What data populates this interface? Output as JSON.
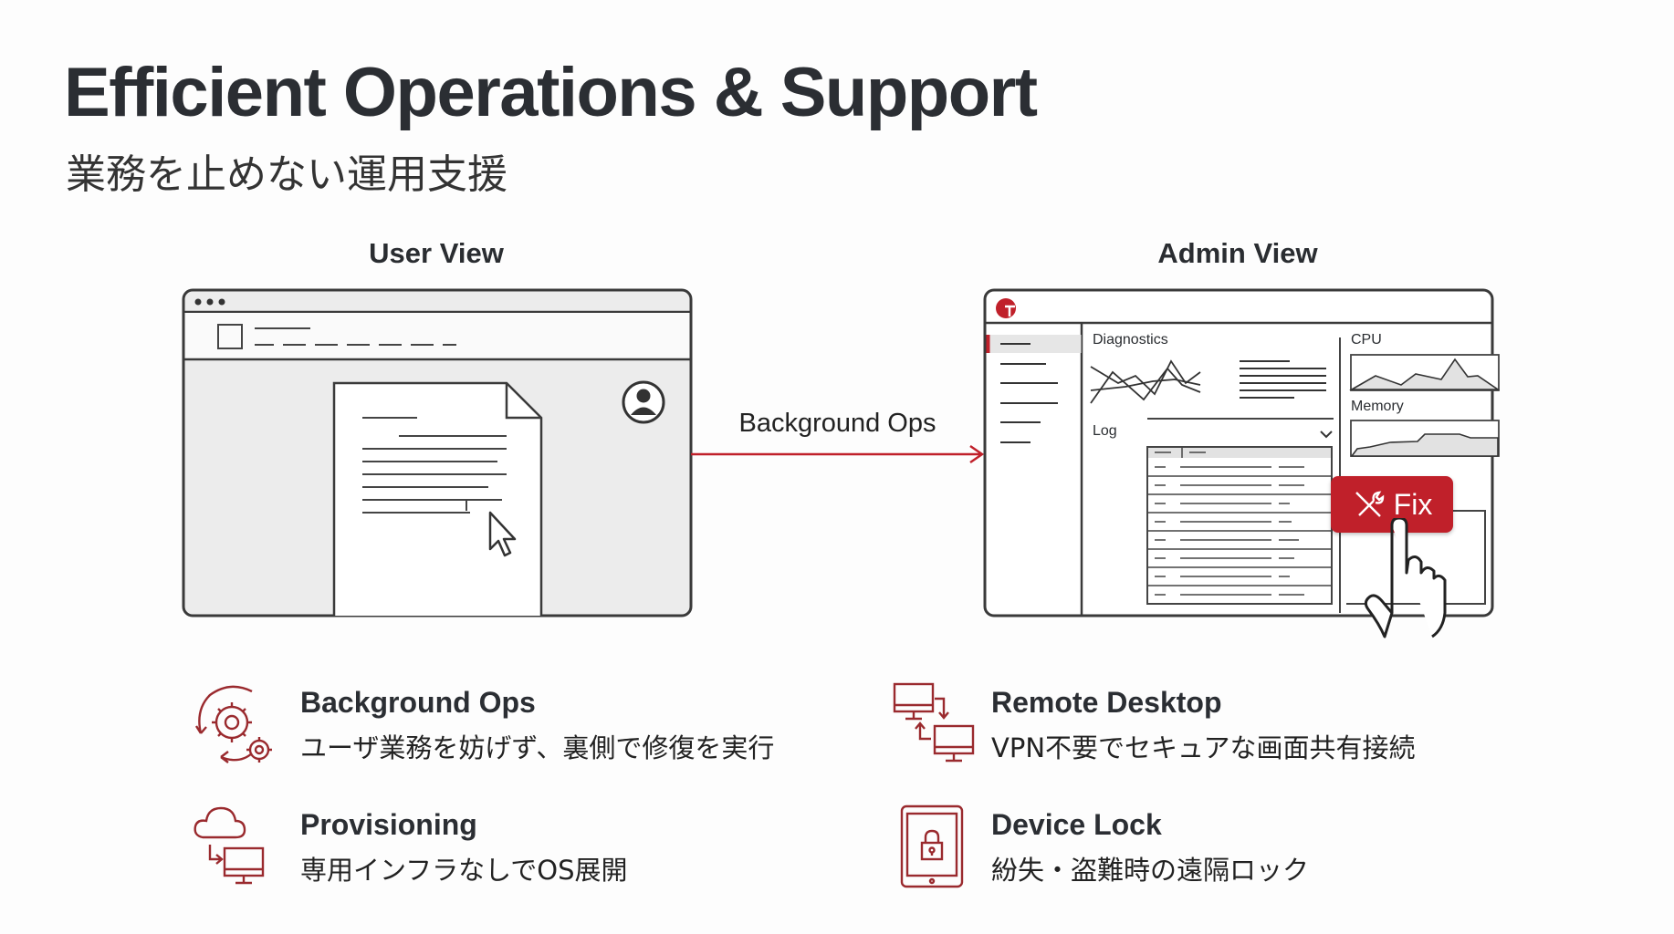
{
  "header": {
    "title": "Efficient Operations & Support",
    "subtitle": "業務を止めない運用支援"
  },
  "diagram": {
    "user_view_label": "User View",
    "admin_view_label": "Admin View",
    "arrow_label": "Background Ops",
    "admin": {
      "diagnostics_label": "Diagnostics",
      "log_label": "Log",
      "cpu_label": "CPU",
      "memory_label": "Memory",
      "fix_button": "Fix"
    },
    "accent_color": "#c0202a"
  },
  "features": [
    {
      "title": "Background Ops",
      "desc": "ユーザ業務を妨げず、裏側で修復を実行",
      "icon": "gear-cycle-icon"
    },
    {
      "title": "Remote Desktop",
      "desc": "VPN不要でセキュアな画面共有接続",
      "icon": "remote-desktop-icon"
    },
    {
      "title": "Provisioning",
      "desc": "専用インフラなしでOS展開",
      "icon": "cloud-deploy-icon"
    },
    {
      "title": "Device Lock",
      "desc": "紛失・盗難時の遠隔ロック",
      "icon": "tablet-lock-icon"
    }
  ]
}
